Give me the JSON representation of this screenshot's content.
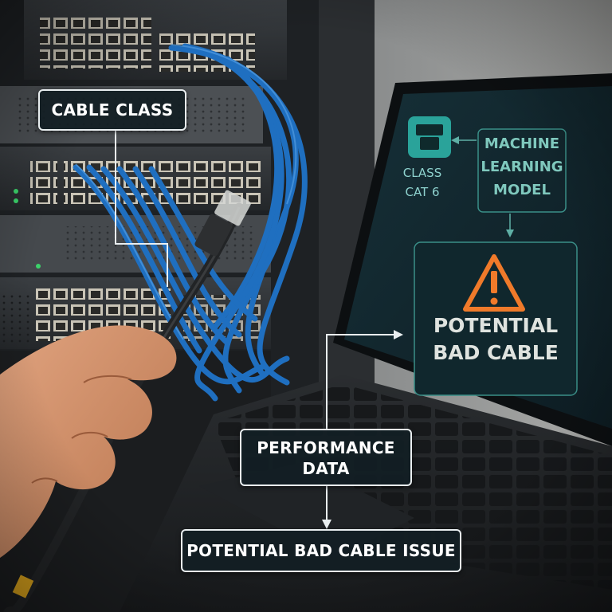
{
  "callouts": {
    "cable_class": "CABLE CLASS",
    "performance_line1": "PERFORMANCE",
    "performance_line2": "DATA",
    "issue": "POTENTIAL BAD CABLE ISSUE"
  },
  "screen": {
    "class_line1": "CLASS",
    "class_line2": "CAT 6",
    "model_line1": "MACHINE",
    "model_line2": "LEARNING",
    "model_line3": "MODEL",
    "warning_line1": "POTENTIAL",
    "warning_line2": "BAD CABLE"
  },
  "colors": {
    "cable_blue": "#1f6fc0",
    "screen_accent": "#3fb6ad",
    "warning_orange": "#f07a2a",
    "callout_border": "#e9eef0"
  },
  "icons": {
    "connector": "ethernet-connector-icon",
    "warning": "warning-triangle-icon"
  }
}
